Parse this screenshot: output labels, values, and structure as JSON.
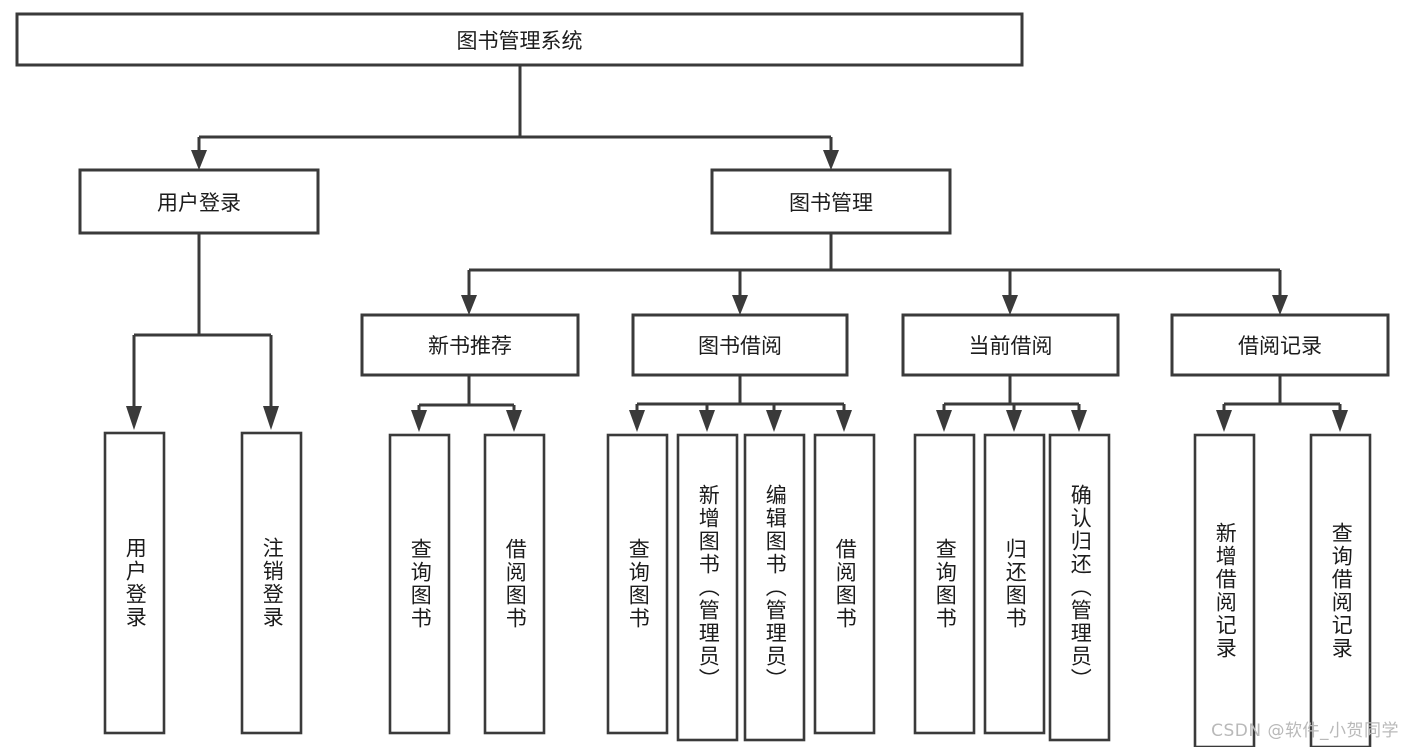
{
  "diagram": {
    "type": "tree-hierarchy-chart",
    "title": "图书管理系统",
    "watermark": "CSDN @软件_小贺同学",
    "colors": {
      "box_stroke": "#3a3a3a",
      "box_fill": "#ffffff",
      "text": "#1c1c1c",
      "connector": "#3a3a3a",
      "watermark": "#b9b9b9",
      "background": "#ffffff"
    },
    "root": {
      "label": "图书管理系统"
    },
    "level2": [
      {
        "label": "用户登录"
      },
      {
        "label": "图书管理"
      }
    ],
    "level3": [
      {
        "label": "新书推荐"
      },
      {
        "label": "图书借阅"
      },
      {
        "label": "当前借阅"
      },
      {
        "label": "借阅记录"
      }
    ],
    "leaves": {
      "user_login": [
        {
          "label": "用户登录"
        },
        {
          "label": "注销登录"
        }
      ],
      "new_book_recommend": [
        {
          "label": "查询图书"
        },
        {
          "label": "借阅图书"
        }
      ],
      "book_borrow": [
        {
          "label": "查询图书"
        },
        {
          "label": "新增图书（管理员）"
        },
        {
          "label": "编辑图书（管理员）"
        },
        {
          "label": "借阅图书"
        }
      ],
      "current_borrow": [
        {
          "label": "查询图书"
        },
        {
          "label": "归还图书"
        },
        {
          "label": "确认归还（管理员）"
        }
      ],
      "borrow_record": [
        {
          "label": "新增借阅记录"
        },
        {
          "label": "查询借阅记录"
        }
      ]
    }
  }
}
